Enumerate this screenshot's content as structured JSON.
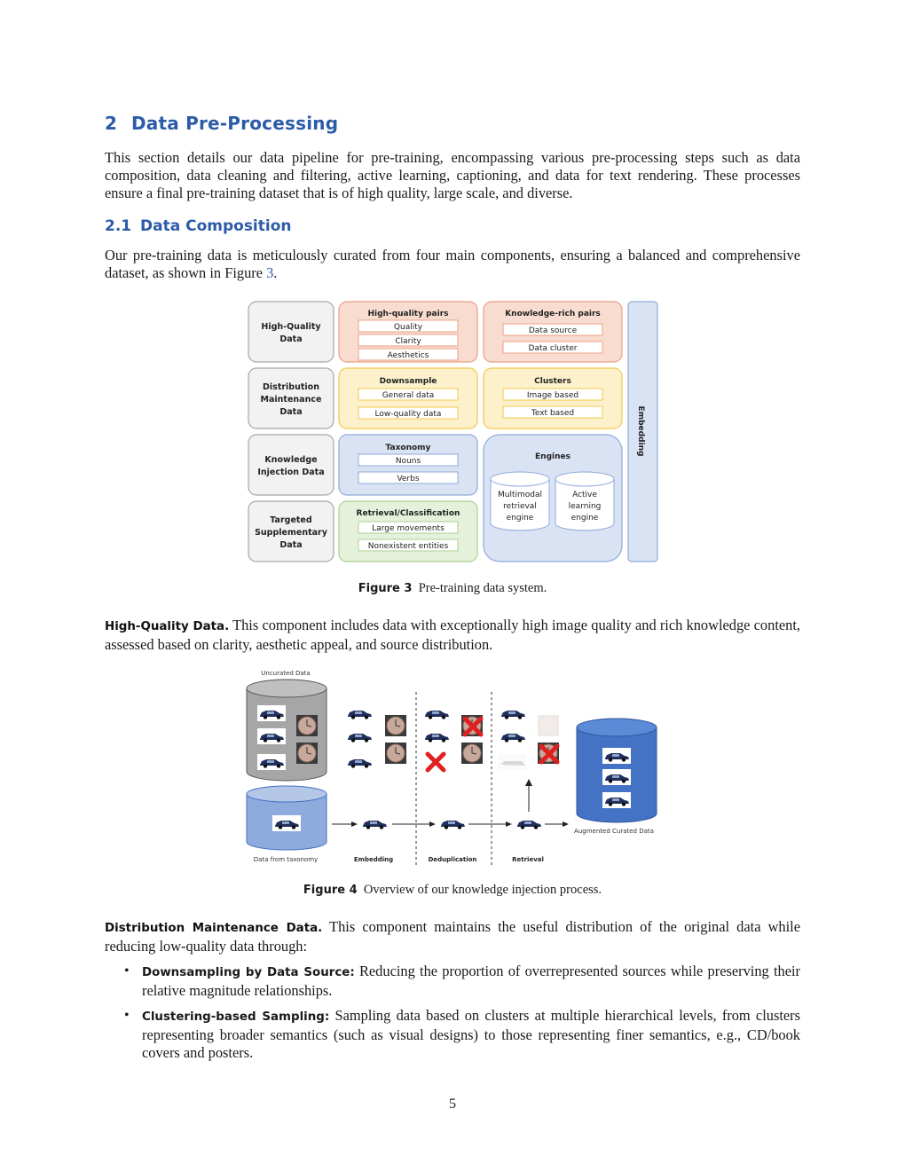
{
  "section": {
    "number": "2",
    "title": "Data Pre-Processing"
  },
  "intro": "This section details our data pipeline for pre-training, encompassing various pre-processing steps such as data composition, data cleaning and filtering, active learning, captioning, and data for text rendering. These processes ensure a final pre-training dataset that is of high quality, large scale, and diverse.",
  "subsection": {
    "number": "2.1",
    "title": "Data Composition"
  },
  "composition_text_1": "Our pre-training data is meticulously curated from four main components, ensuring a balanced and comprehensive dataset, as shown in Figure ",
  "composition_ref": "3",
  "composition_text_2": ".",
  "figure3": {
    "row_labels": [
      "High-Quality Data",
      "Distribution Maintenance Data",
      "Knowledge Injection Data",
      "Targeted Supplementary Data"
    ],
    "hq_pairs": {
      "title": "High-quality pairs",
      "items": [
        "Quality",
        "Clarity",
        "Aesthetics"
      ]
    },
    "knowledge_pairs": {
      "title": "Knowledge-rich pairs",
      "items": [
        "Data source",
        "Data cluster"
      ]
    },
    "downsample": {
      "title": "Downsample",
      "items": [
        "General data",
        "Low-quality data"
      ]
    },
    "clusters": {
      "title": "Clusters",
      "items": [
        "Image based",
        "Text based"
      ]
    },
    "taxonomy": {
      "title": "Taxonomy",
      "items": [
        "Nouns",
        "Verbs"
      ]
    },
    "engines": {
      "title": "Engines",
      "items": [
        "Multimodal retrieval engine",
        "Active learning engine"
      ]
    },
    "retrieval": {
      "title": "Retrieval/Classification",
      "items": [
        "Large movements",
        "Nonexistent entities"
      ]
    },
    "embedding": "Embedding",
    "caption_label": "Figure 3",
    "caption_text": "Pre-training data system.",
    "colors": {
      "orange": "#f8dccf",
      "orange_edge": "#ec9f85",
      "yellow": "#fdf1cc",
      "yellow_edge": "#f3c84c",
      "blue": "#dae3f3",
      "blue_edge": "#8faadc",
      "green": "#e6f1dc",
      "green_edge": "#a9d18e",
      "gray": "#f2f2f2",
      "gray_edge": "#a6a6a6"
    }
  },
  "hq_paragraph": {
    "lead": "High-Quality Data.",
    "text": " This component includes data with exceptionally high image quality and rich knowledge content, assessed based on clarity, aesthetic appeal, and source distribution."
  },
  "figure4": {
    "uncurated": "Uncurated Data",
    "taxonomy": "Data from taxonomy",
    "stages": [
      "Embedding",
      "Deduplication",
      "Retrieval"
    ],
    "augmented": "Augmented Curated Data",
    "caption_label": "Figure 4",
    "caption_text": "Overview of our knowledge injection process."
  },
  "dm_paragraph": {
    "lead": "Distribution Maintenance Data.",
    "text": " This component maintains the useful distribution of the original data while reducing low-quality data through:"
  },
  "bullets": [
    {
      "lead": "Downsampling by Data Source:",
      "text": " Reducing the proportion of overrepresented sources while preserving their relative magnitude relationships."
    },
    {
      "lead": "Clustering-based Sampling:",
      "text": " Sampling data based on clusters at multiple hierarchical levels, from clusters representing broader semantics (such as visual designs) to those representing finer semantics, e.g., CD/book covers and posters."
    }
  ],
  "page_number": "5"
}
